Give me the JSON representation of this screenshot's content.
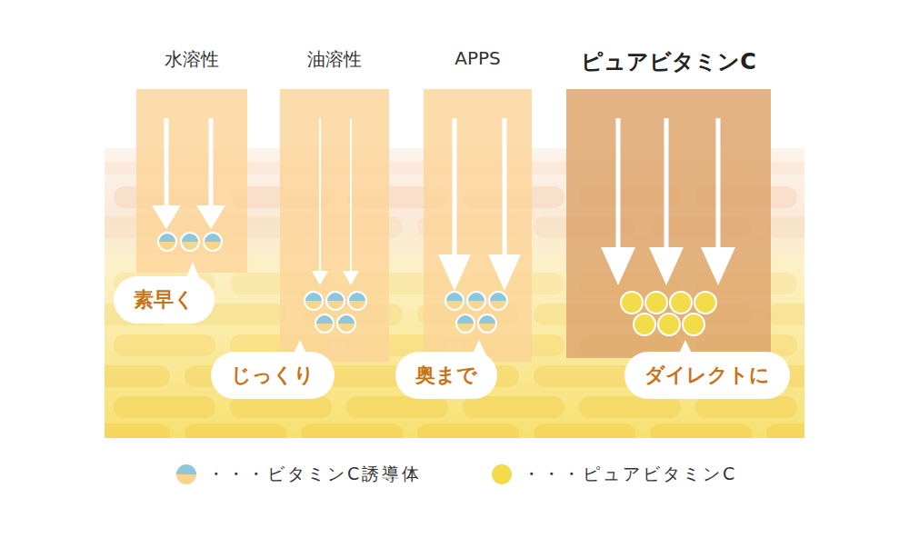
{
  "diagram": {
    "nodes": [
      {
        "text": [
          "水溶性"
        ]
      },
      {
        "text": [
          "油溶性"
        ]
      },
      {
        "text": [
          "APPS"
        ]
      },
      {
        "text": [
          "ピュアビタミンC"
        ]
      },
      {
        "text": [
          "素早く"
        ]
      },
      {
        "text": [
          "じっくり"
        ]
      },
      {
        "text": [
          "奥まで"
        ]
      },
      {
        "text": [
          "ダイレクトに"
        ]
      }
    ],
    "legend": [
      {
        "text": "・・・ビタミンC誘導体"
      },
      {
        "text": "・・・ピュアビタミンC",
        "color": "#f2dc4a"
      }
    ]
  }
}
